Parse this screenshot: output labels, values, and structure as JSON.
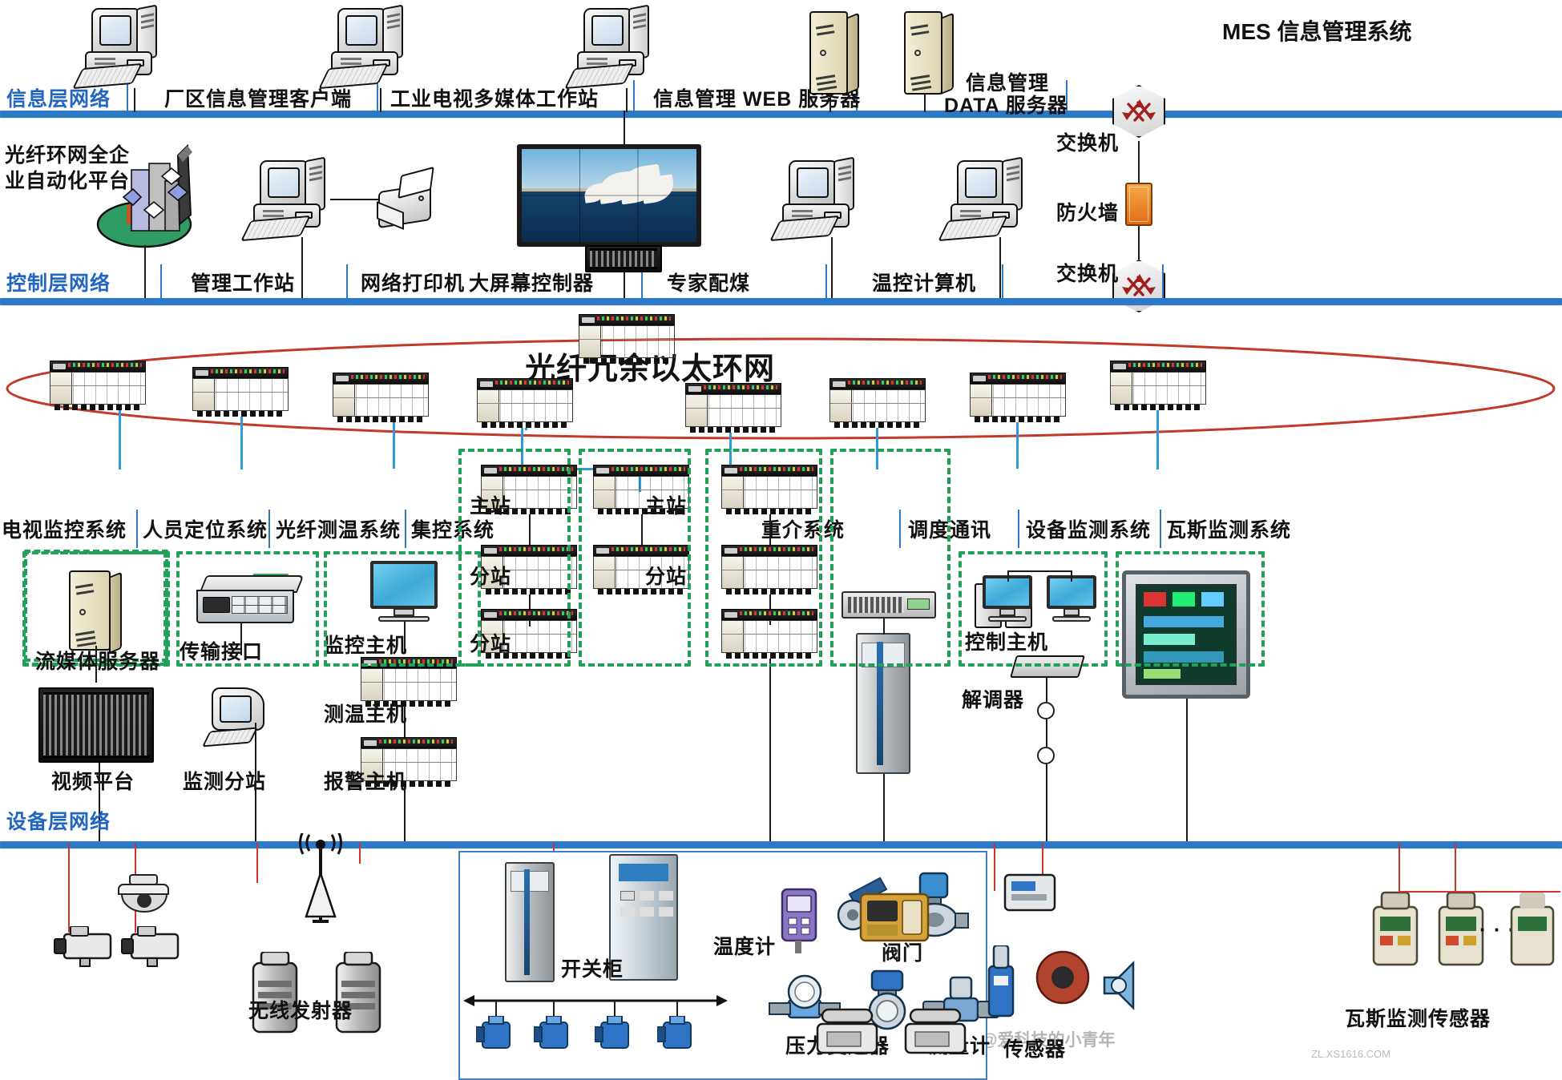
{
  "title": "MES 信息管理系统",
  "layers": [
    {
      "key": "info",
      "label": "信息层网络"
    },
    {
      "key": "ctrl",
      "label": "控制层网络"
    },
    {
      "key": "device",
      "label": "设备层网络"
    }
  ],
  "info_layer": {
    "label": "信息层网络",
    "title_right": "MES 信息管理系统",
    "nodes": [
      {
        "name": "厂区信息管理客户端",
        "icon": "desktop-pc-icon"
      },
      {
        "name": "工业电视多媒体工作站",
        "icon": "desktop-pc-icon"
      },
      {
        "name": "信息管理 WEB 服务器",
        "icon": "desktop-pc-icon"
      },
      {
        "name": "信息管理\nDATA 服务器",
        "icon": "tower-server-icon"
      }
    ],
    "server_web": "信息管理 WEB 服务器",
    "server_data_line1": "信息管理",
    "server_data_line2": "DATA 服务器"
  },
  "ctrl_layer": {
    "label": "控制层网络",
    "platform_line1": "光纤环网全企",
    "platform_line2": "业自动化平台",
    "nodes": [
      {
        "name": "管理工作站",
        "icon": "desktop-pc-icon"
      },
      {
        "name": "网络打印机",
        "icon": "printer-icon"
      },
      {
        "name": "大屏幕控制器",
        "icon": "video-wall-icon"
      },
      {
        "name": "专家配煤",
        "icon": "rack-controller-icon"
      },
      {
        "name": "温控计算机",
        "icon": "desktop-pc-icon"
      }
    ],
    "switch_top": "交换机",
    "firewall": "防火墙",
    "switch_bottom": "交换机"
  },
  "ring": {
    "label": "光纤冗余以太环网"
  },
  "systems": [
    {
      "name": "电视监控系统",
      "items": [
        "流媒体服务器",
        "视频平台"
      ]
    },
    {
      "name": "人员定位系统",
      "items": [
        "传输接口",
        "监测分站"
      ]
    },
    {
      "name": "光纤测温系统",
      "items": [
        "监控主机",
        "测温主机",
        "报警主机"
      ]
    },
    {
      "name": "集控系统",
      "items": [
        "主站",
        "分站",
        "分站"
      ]
    },
    {
      "name": "",
      "items": [
        "主站",
        "分站"
      ]
    },
    {
      "name": "重介系统",
      "items": []
    },
    {
      "name": "调度通讯",
      "items": []
    },
    {
      "name": "设备监测系统",
      "items": [
        "控制主机",
        "解调器"
      ]
    },
    {
      "name": "瓦斯监测系统",
      "items": []
    }
  ],
  "device_layer": {
    "label": "设备层网络",
    "field_devices": [
      "开关柜",
      "温度计",
      "阀门",
      "压力变送器",
      "流量计",
      "无线发射器",
      "瓦斯监测传感器",
      "传感器"
    ]
  },
  "colors": {
    "bus_blue": "#2e78c8",
    "label_blue": "#2266c4",
    "group_green": "#22a05a",
    "ring_red": "#d0342c",
    "link_cyan": "#2e9bd6",
    "firewall_orange": "#e87a1e"
  },
  "watermark": {
    "main": "头条@爱科技的小青年",
    "sub": "ZL.XS1616.COM"
  }
}
